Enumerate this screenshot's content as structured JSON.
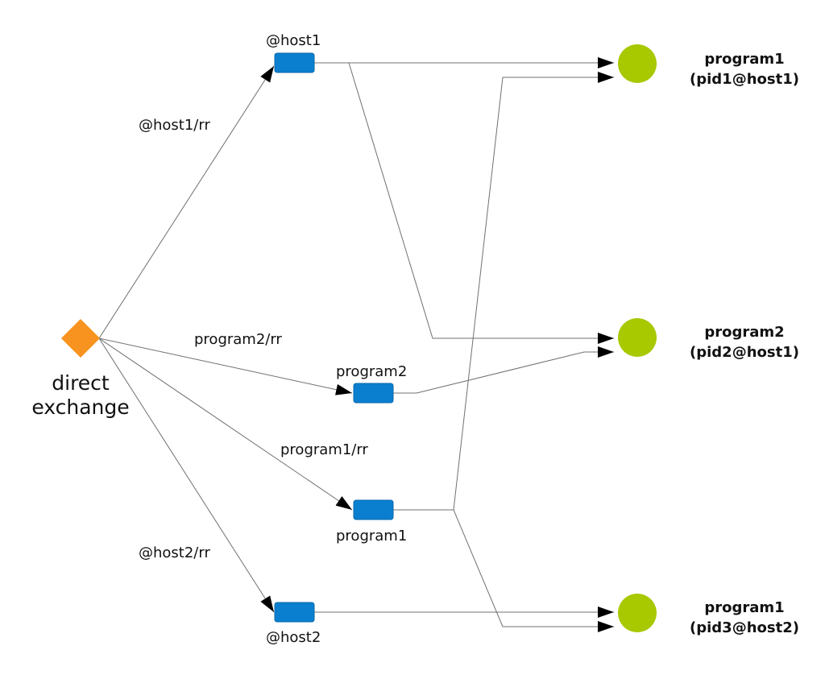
{
  "exchange": {
    "label_line1": "direct",
    "label_line2": "exchange",
    "color": "#f7931e"
  },
  "routes": {
    "host1": "@host1/rr",
    "program2": "program2/rr",
    "program1": "program1/rr",
    "host2": "@host2/rr"
  },
  "queues": {
    "color": "#0a7fd0",
    "host1": "@host1",
    "program2": "program2",
    "program1": "program1",
    "host2": "@host2"
  },
  "consumers": {
    "color": "#a8c800",
    "c1": {
      "name": "program1",
      "pid": "(pid1@host1)"
    },
    "c2": {
      "name": "program2",
      "pid": "(pid2@host1)"
    },
    "c3": {
      "name": "program1",
      "pid": "(pid3@host2)"
    }
  }
}
